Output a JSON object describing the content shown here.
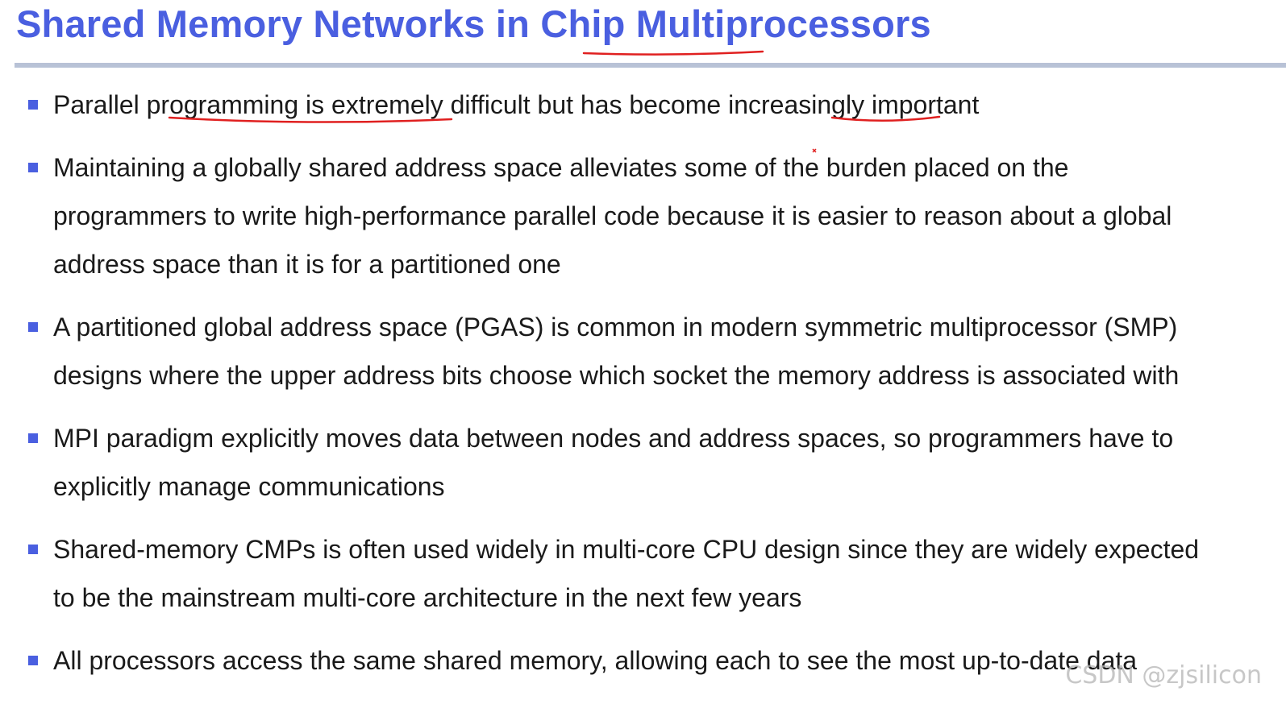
{
  "slide": {
    "title": "Shared Memory Networks in Chip Multiprocessors",
    "bullets": [
      {
        "lines": [
          "Parallel programming is extremely difficult but has become increasingly important"
        ]
      },
      {
        "lines": [
          "Maintaining a globally shared address space alleviates some of the burden placed on the",
          "programmers to write high-performance parallel code because it is easier to reason about a global",
          "address space than it is for a partitioned one"
        ]
      },
      {
        "lines": [
          "A partitioned global address space (PGAS) is common in modern symmetric multiprocessor (SMP)",
          "designs where the upper address bits choose which socket the memory address is associated with"
        ]
      },
      {
        "lines": [
          "MPI paradigm explicitly moves data between nodes and address spaces, so programmers have to",
          "explicitly manage communications"
        ]
      },
      {
        "lines": [
          "Shared-memory CMPs is often used widely in multi-core CPU design since they are widely expected",
          "to be the mainstream multi-core architecture in the next few years"
        ]
      },
      {
        "lines": [
          "All processors access the same shared memory, allowing each to see the most up-to-date data"
        ]
      }
    ],
    "watermark": "CSDN @zjsilicon"
  },
  "colors": {
    "title": "#4a5fe0",
    "bullet_marker": "#4a5fe0",
    "rule": "#b8c2d6",
    "text": "#1a1a1a",
    "annotation": "#e02020"
  }
}
